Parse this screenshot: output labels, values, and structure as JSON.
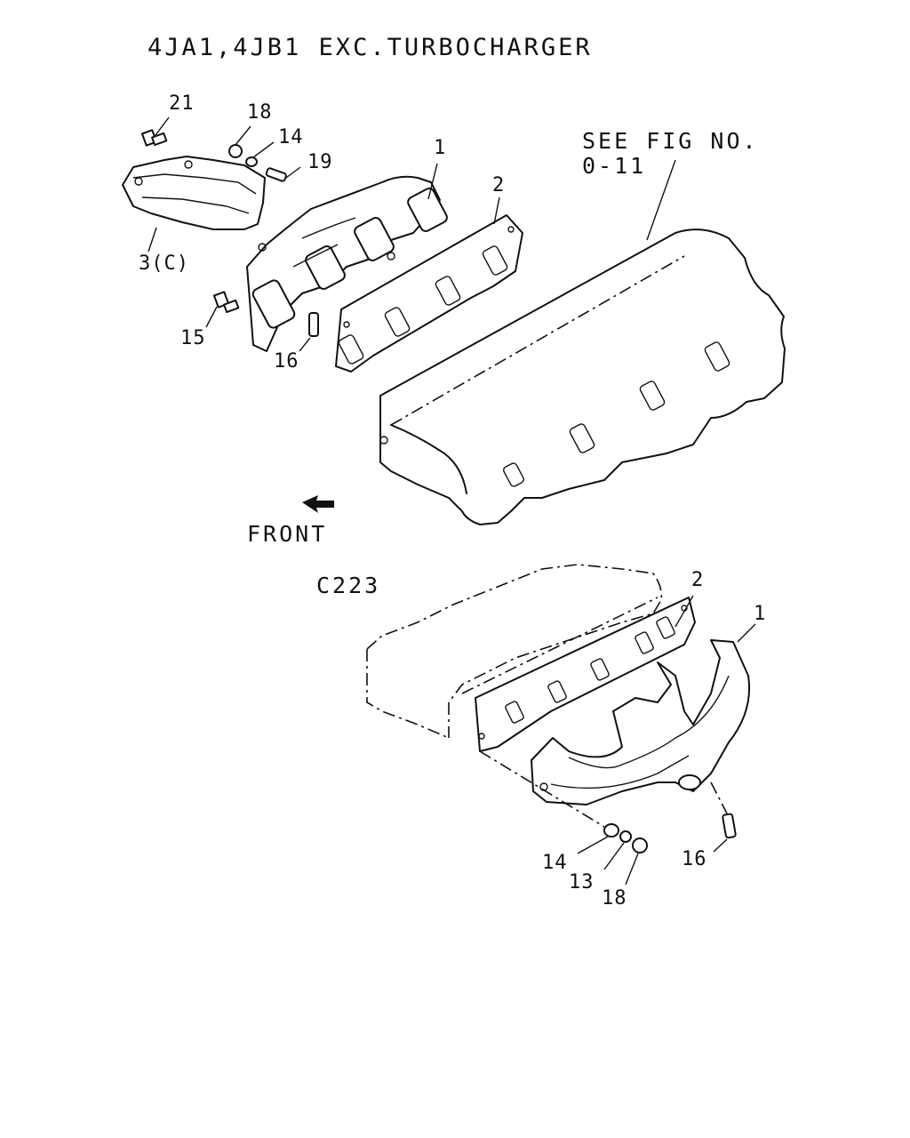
{
  "title": "4JA1,4JB1 EXC.TURBOCHARGER",
  "see_fig": {
    "line1": "SEE FIG NO.",
    "line2": "0-11"
  },
  "front_label": "FRONT",
  "section_label": "C223",
  "upper_callouts": {
    "c21": "21",
    "c18": "18",
    "c14": "14",
    "c19": "19",
    "c1": "1",
    "c2": "2",
    "c3": "3(C)",
    "c15": "15",
    "c16": "16"
  },
  "lower_callouts": {
    "c2": "2",
    "c1": "1",
    "c14": "14",
    "c13": "13",
    "c18": "18",
    "c16": "16"
  }
}
